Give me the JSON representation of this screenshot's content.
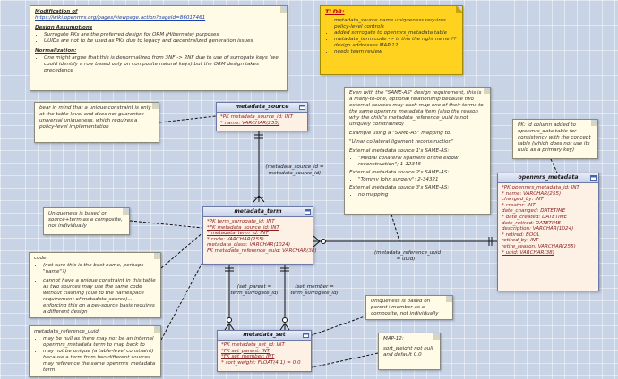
{
  "notes": {
    "top_left": {
      "modification_title": "Modification of",
      "modification_link": "https://wiki.openmrs.org/pages/viewpage.action?pageId=86017461",
      "design_title": "Design Assumptions",
      "design_items": [
        "Surrogate PKs are the preferred design for ORM (Hibernate) purposes",
        "UUIDs are not to be used as PKs due to legacy and decentralized generation issues"
      ],
      "normalization_title": "Normalization:",
      "normalization_items": [
        "One might argue that this is denormalized from 3NF -> 2NF due to use of surrogate keys (we could identify a row based only on composite natural keys) but the ORM design takes precedence"
      ]
    },
    "tldr": {
      "title": "TLDR:",
      "items": [
        "metadata_source.name uniqueness requires policy-level controls",
        "added surrogate to openmrs_metadata table",
        "metadata_term.code -> is this the right name ??",
        "design addresses MAP-12",
        "needs team review"
      ]
    },
    "source_note": "bear in mind that a unique constraint is only at the table-level and does not guarantee universal uniqueness, which requires a policy-level implementation",
    "same_as": {
      "intro": "Even with the \"SAME-AS\" design requirement, this is a many-to-one, optional relationship because two external sources may each map one of their terms to the same openmrs_metadata item (also the reason why the child's metadata_reference_uuid is not uniquely constrained)",
      "example": "Example using a \"SAME-AS\" mapping to:",
      "term": "\"Ulnar collateral ligament reconstruction\"",
      "src1": "External metadata source 1's SAME-AS:",
      "src1_item": "\"Medial collateral ligament of the elbow reconstruction\"; 1-12345",
      "src2": "External metadata source 2's SAME-AS:",
      "src2_item": "\"Tommy John surgery\"; 2-34321",
      "src3": "External metadata source 3's SAME-AS:",
      "src3_item": "no mapping"
    },
    "pk_note": "PK: id column added to openmrs_data table for consistency with the concept table (which does not use its uuid as a primary key)",
    "uniqueness_term": "Uniqueness is based on source+term as a composite, not individually",
    "code": {
      "title": "code:",
      "items": [
        "(not sure this is the best name, perhaps \"name\"?)",
        "cannot have a unique constraint in this table as two sources may use the same code without clashing (due to the namespace requirement of metadata_source)... enforcing this on a per-source basis requires a different design"
      ]
    },
    "ref_uuid": {
      "title": "metadata_reference_uuid:",
      "items": [
        "may be null as there may not be an internal openmrs_metadata term to map back to",
        "may not be unique (a table-level constraint) because a term from two different sources may reference the same openmrs_metadata term"
      ]
    },
    "uniqueness_set": "Uniqueness is based on parent+member as a composite, not individually",
    "map12": {
      "title": "MAP-12:",
      "body": "sort_weight not null and default 0.0"
    }
  },
  "entities": {
    "metadata_source": {
      "title": "metadata_source",
      "rows": [
        "*PK  metadata_source_id: INT",
        "*    name: VARCHAR(255)"
      ]
    },
    "metadata_term": {
      "title": "metadata_term",
      "rows": [
        "*PK  term_surrogate_id: INT",
        "*FK  metadata_source_id: INT",
        "*    metadata_term_id: INT",
        "*    code: VARCHAR(255)",
        "     metadata_class: VARCHAR(1024)",
        " FK  metadata_reference_uuid: VARCHAR(38)"
      ]
    },
    "metadata_set": {
      "title": "metadata_set",
      "rows": [
        "*PK  metadata_set_id: INT",
        "*FK  set_parent: INT",
        "*FK  set_member: INT",
        "*    sort_weight: FLOAT(4,1) = 0.0"
      ]
    },
    "openmrs_metadata": {
      "title": "openmrs_metadata",
      "rows": [
        "*PK  openmrs_metadata_id: INT",
        "*    name: VARCHAR(255)",
        "     changed_by: INT",
        "*    creator: INT",
        "     date_changed: DATETIME",
        "*    date_created: DATETIME",
        "     date_retired: DATETIME",
        "     description: VARCHAR(1024)",
        "*    retired: BOOL",
        "     retired_by: INT",
        "     retire_reason: VARCHAR(255)",
        "*    uuid: VARCHAR(38)"
      ]
    }
  },
  "relations": {
    "source_term": "(metadata_source_id = metadata_source_id)",
    "term_ref": "(metadata_reference_uuid = uuid)",
    "set_parent": "(set_parent = term_surrogate_id)",
    "set_member": "(set_member = term_surrogate_id)"
  }
}
